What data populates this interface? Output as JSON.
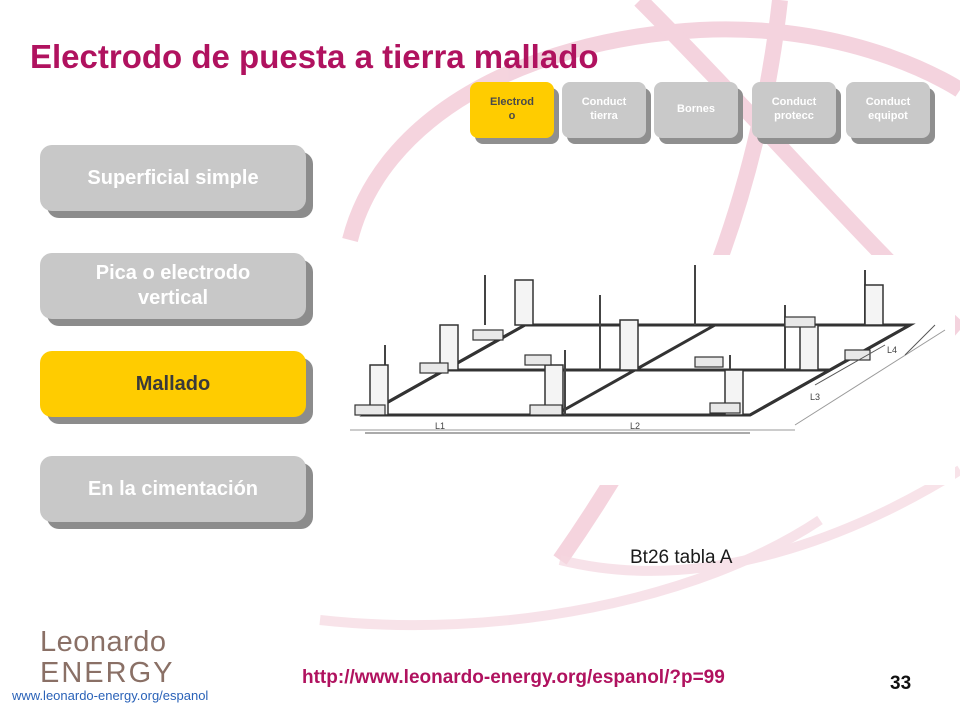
{
  "slide": {
    "title": "Electrodo de puesta a tierra mallado",
    "page_number": "33",
    "caption": "Bt26 tabla A",
    "reference_url": "http://www.leonardo-energy.org/espanol/?p=99"
  },
  "top_tabs": [
    {
      "label": "Electrod\no",
      "active": true
    },
    {
      "label": "Conduct\ntierra",
      "active": false
    },
    {
      "label": "Bornes",
      "active": false
    },
    {
      "label": "Conduct\nprotecc",
      "active": false
    },
    {
      "label": "Conduct\nequipot",
      "active": false
    }
  ],
  "side_buttons": [
    {
      "label": "Superficial simple",
      "active": false
    },
    {
      "label": "Pica o electrodo\nvertical",
      "active": false
    },
    {
      "label": "Mallado",
      "active": true
    },
    {
      "label": "En la cimentación",
      "active": false
    }
  ],
  "diagram": {
    "labels": [
      "L1",
      "L2",
      "L3",
      "L4"
    ]
  },
  "footer": {
    "logo_line1": "Leonardo",
    "logo_line2": "ENERGY",
    "site_url": "www.leonardo-energy.org/espanol"
  },
  "colors": {
    "title": "#b0125f",
    "active": "#ffcc00",
    "inactive": "#c8c8c8",
    "link": "#2a62b8"
  }
}
